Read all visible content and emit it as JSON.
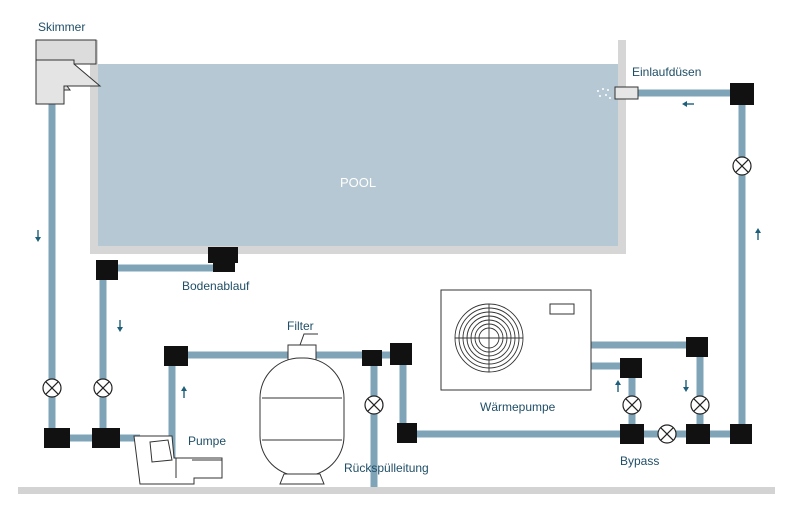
{
  "labels": {
    "skimmer": "Skimmer",
    "einlaufduesen": "Einlaufdüsen",
    "pool": "POOL",
    "bodenablauf": "Bodenablauf",
    "filter": "Filter",
    "waermepumpe": "Wärmepumpe",
    "pumpe": "Pumpe",
    "rueckspuelleitung": "Rückspülleitung",
    "bypass": "Bypass"
  },
  "colors": {
    "pipe": "#7fa3b7",
    "water": "#b5c8d3",
    "pool_frame": "#d6d6d6",
    "fitting": "#111111",
    "arrow": "#1f5f7a",
    "label": "#1f4e66",
    "ground": "#d3d3d3",
    "equipment_stroke": "#333333"
  },
  "icons": {
    "valve": "valve-icon",
    "flow_arrow": "flow-arrow-icon",
    "fan": "fan-icon"
  }
}
